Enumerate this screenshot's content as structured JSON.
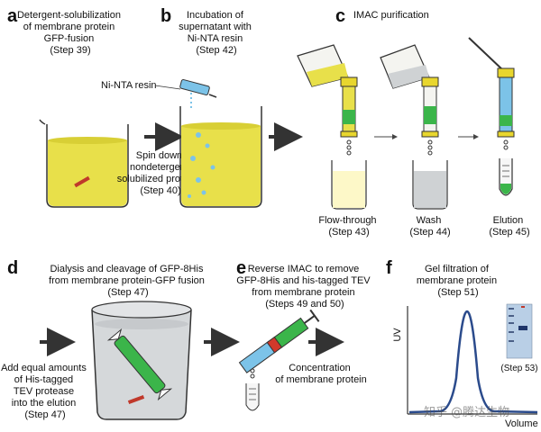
{
  "panels": {
    "a": {
      "letter": "a",
      "lines": [
        "Detergent-solubilization",
        "of membrane protein",
        "GFP-fusion",
        "(Step 39)"
      ]
    },
    "b": {
      "letter": "b",
      "lines": [
        "Incubation of",
        "supernatant with",
        "Ni-NTA resin",
        "(Step 42)"
      ]
    },
    "c": {
      "letter": "c",
      "lines": [
        "IMAC purification"
      ]
    },
    "d": {
      "letter": "d",
      "lines": [
        "Dialysis and cleavage of GFP-8His",
        "from membrane protein-GFP fusion",
        "(Step 47)"
      ]
    },
    "e": {
      "letter": "e",
      "lines": [
        "Reverse IMAC to remove",
        "GFP-8His and his-tagged TEV",
        "from membrane protein",
        "(Steps 49 and 50)"
      ]
    },
    "f": {
      "letter": "f",
      "lines": [
        "Gel filtration of",
        "membrane protein",
        "(Step 51)"
      ]
    }
  },
  "labels": {
    "resin": "Ni-NTA resin",
    "spin": [
      "Spin down",
      "nondetergent",
      "solubilized proteins",
      "(Step 40)"
    ],
    "flow": [
      "Flow-through",
      "(Step 43)"
    ],
    "wash": [
      "Wash",
      "(Step 44)"
    ],
    "elution": [
      "Elution",
      "(Step 45)"
    ],
    "add_tev": [
      "Add equal amounts",
      "of His-tagged",
      "TEV protease",
      "into the elution",
      "(Step 47)"
    ],
    "concentration": [
      "Concentration",
      "of membrane protein"
    ],
    "uv": "UV",
    "volume": "Volume",
    "gel_step": "(Step 53)",
    "watermark": "知乎 @腾达生物"
  },
  "colors": {
    "yellow_liquid": "#e8e04a",
    "pale_yellow": "#fdf8c8",
    "green": "#3bb54a",
    "blue": "#7cc3e8",
    "grey_liquid": "#cfd2d4",
    "curve": "#2b4b8c",
    "arrow": "#333333"
  }
}
